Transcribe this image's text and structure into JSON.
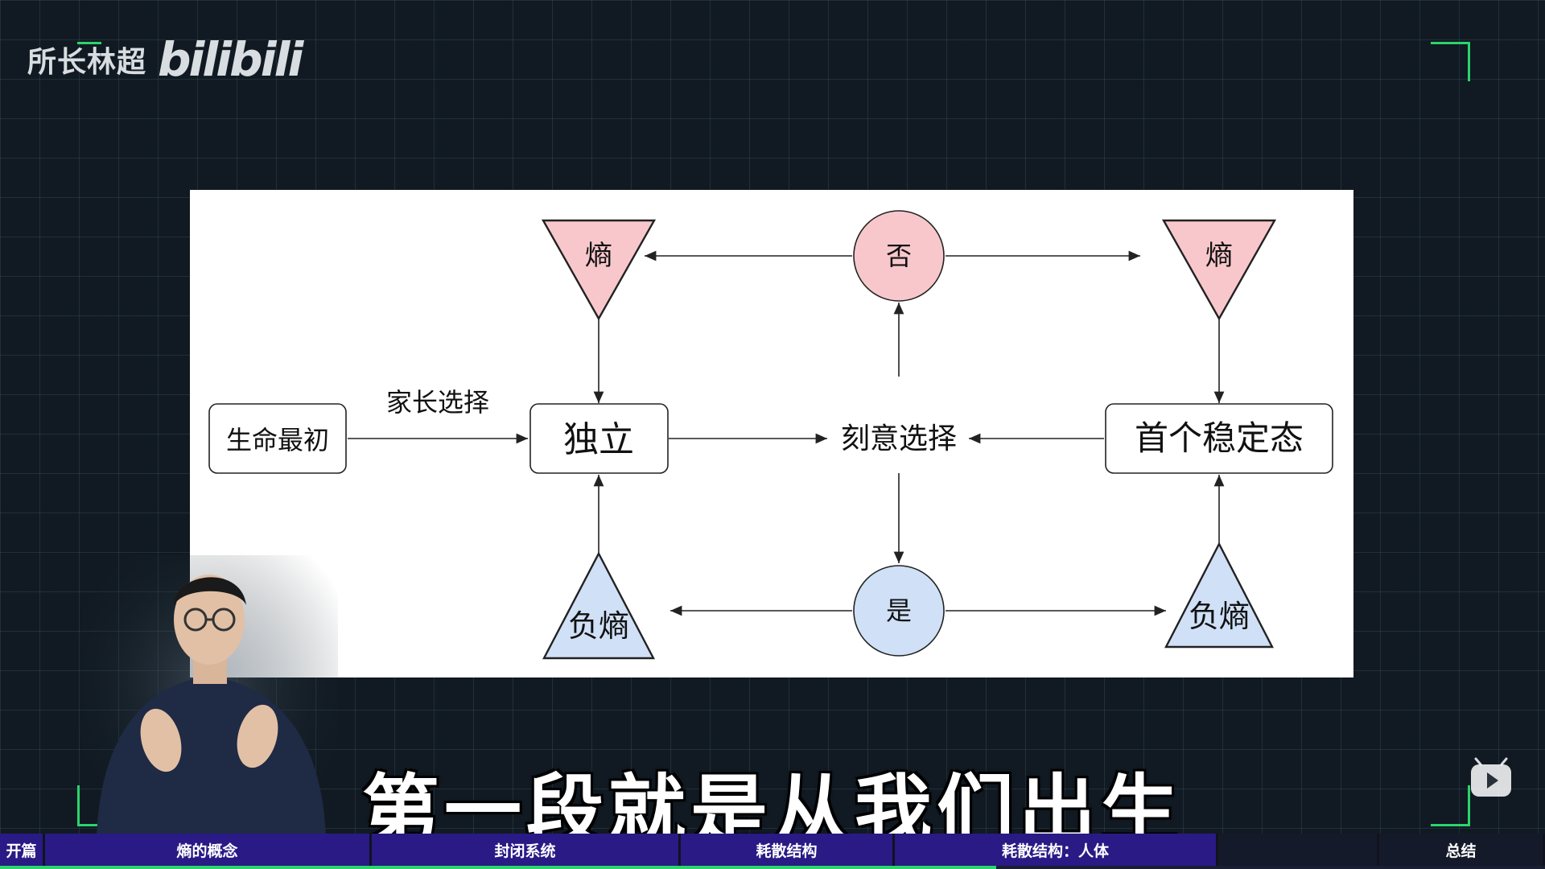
{
  "watermark": {
    "author": "所长林超",
    "logo": "bilibili"
  },
  "diagram": {
    "nodes": {
      "start": "生命最初",
      "independent": "独立",
      "deliberate": "刻意选择",
      "stable": "首个稳定态",
      "entropy_left": "熵",
      "entropy_right": "熵",
      "neg_entropy_left": "负熵",
      "neg_entropy_right": "负熵",
      "no": "否",
      "yes": "是"
    },
    "edge_labels": {
      "parent_choice": "家长选择"
    },
    "colors": {
      "entropy_fill": "#f8c7cc",
      "neg_entropy_fill": "#cfe0f7",
      "stroke": "#222222"
    }
  },
  "subtitle": "第一段就是从我们出生",
  "player": {
    "play_icon": "play-icon"
  },
  "chapters": [
    {
      "label": "开篇",
      "state": "played"
    },
    {
      "label": "熵的概念",
      "state": "played"
    },
    {
      "label": "封闭系统",
      "state": "played"
    },
    {
      "label": "耗散结构",
      "state": "played"
    },
    {
      "label": "耗散结构：人体",
      "state": "played"
    },
    {
      "label": "",
      "state": "unplayed"
    },
    {
      "label": "总结",
      "state": "unplayed"
    }
  ],
  "progress": {
    "played_fraction": 0.645
  }
}
